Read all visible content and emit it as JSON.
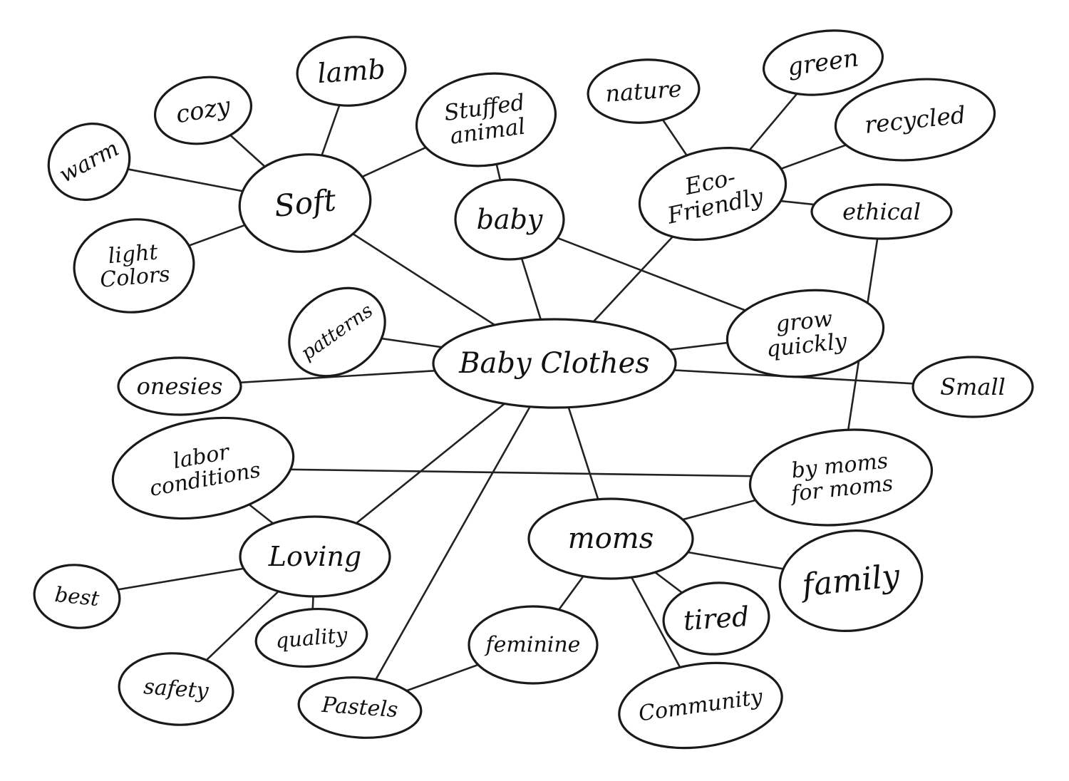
{
  "mind_map": {
    "colors": {
      "ink": "#1a1a1a",
      "paper": "#ffffff"
    },
    "nodes": [
      {
        "id": "baby-clothes",
        "lines": [
          "Baby Clothes"
        ]
      },
      {
        "id": "soft",
        "lines": [
          "Soft"
        ]
      },
      {
        "id": "lamb",
        "lines": [
          "lamb"
        ]
      },
      {
        "id": "cozy",
        "lines": [
          "cozy"
        ]
      },
      {
        "id": "warm",
        "lines": [
          "warm"
        ]
      },
      {
        "id": "light-colors",
        "lines": [
          "light",
          "Colors"
        ]
      },
      {
        "id": "stuffed-animal",
        "lines": [
          "Stuffed",
          "animal"
        ]
      },
      {
        "id": "baby",
        "lines": [
          "baby"
        ]
      },
      {
        "id": "nature",
        "lines": [
          "nature"
        ]
      },
      {
        "id": "green",
        "lines": [
          "green"
        ]
      },
      {
        "id": "recycled",
        "lines": [
          "recycled"
        ]
      },
      {
        "id": "eco-friendly",
        "lines": [
          "Eco-",
          "Friendly"
        ]
      },
      {
        "id": "ethical",
        "lines": [
          "ethical"
        ]
      },
      {
        "id": "grow-quickly",
        "lines": [
          "grow",
          "quickly"
        ]
      },
      {
        "id": "patterns",
        "lines": [
          "patterns"
        ]
      },
      {
        "id": "onesies",
        "lines": [
          "onesies"
        ]
      },
      {
        "id": "small",
        "lines": [
          "Small"
        ]
      },
      {
        "id": "labor-conditions",
        "lines": [
          "labor",
          "conditions"
        ]
      },
      {
        "id": "by-moms-for-moms",
        "lines": [
          "by moms",
          "for moms"
        ]
      },
      {
        "id": "moms",
        "lines": [
          "moms"
        ]
      },
      {
        "id": "loving",
        "lines": [
          "Loving"
        ]
      },
      {
        "id": "best",
        "lines": [
          "best"
        ]
      },
      {
        "id": "quality",
        "lines": [
          "quality"
        ]
      },
      {
        "id": "safety",
        "lines": [
          "safety"
        ]
      },
      {
        "id": "pastels",
        "lines": [
          "Pastels"
        ]
      },
      {
        "id": "feminine",
        "lines": [
          "feminine"
        ]
      },
      {
        "id": "family",
        "lines": [
          "family"
        ]
      },
      {
        "id": "tired",
        "lines": [
          "tired"
        ]
      },
      {
        "id": "community",
        "lines": [
          "Community"
        ]
      }
    ],
    "edges": [
      [
        "baby-clothes",
        "soft"
      ],
      [
        "baby-clothes",
        "baby"
      ],
      [
        "baby-clothes",
        "eco-friendly"
      ],
      [
        "baby-clothes",
        "grow-quickly"
      ],
      [
        "baby-clothes",
        "patterns"
      ],
      [
        "baby-clothes",
        "onesies"
      ],
      [
        "baby-clothes",
        "small"
      ],
      [
        "baby-clothes",
        "moms"
      ],
      [
        "baby-clothes",
        "loving"
      ],
      [
        "baby-clothes",
        "pastels"
      ],
      [
        "soft",
        "lamb"
      ],
      [
        "soft",
        "cozy"
      ],
      [
        "soft",
        "warm"
      ],
      [
        "soft",
        "light-colors"
      ],
      [
        "soft",
        "stuffed-animal"
      ],
      [
        "stuffed-animal",
        "baby"
      ],
      [
        "baby",
        "grow-quickly"
      ],
      [
        "eco-friendly",
        "nature"
      ],
      [
        "eco-friendly",
        "green"
      ],
      [
        "eco-friendly",
        "recycled"
      ],
      [
        "eco-friendly",
        "ethical"
      ],
      [
        "ethical",
        "by-moms-for-moms"
      ],
      [
        "labor-conditions",
        "by-moms-for-moms"
      ],
      [
        "labor-conditions",
        "loving"
      ],
      [
        "by-moms-for-moms",
        "moms"
      ],
      [
        "moms",
        "family"
      ],
      [
        "moms",
        "tired"
      ],
      [
        "moms",
        "community"
      ],
      [
        "moms",
        "feminine"
      ],
      [
        "feminine",
        "pastels"
      ],
      [
        "loving",
        "best"
      ],
      [
        "loving",
        "quality"
      ],
      [
        "loving",
        "safety"
      ]
    ]
  }
}
